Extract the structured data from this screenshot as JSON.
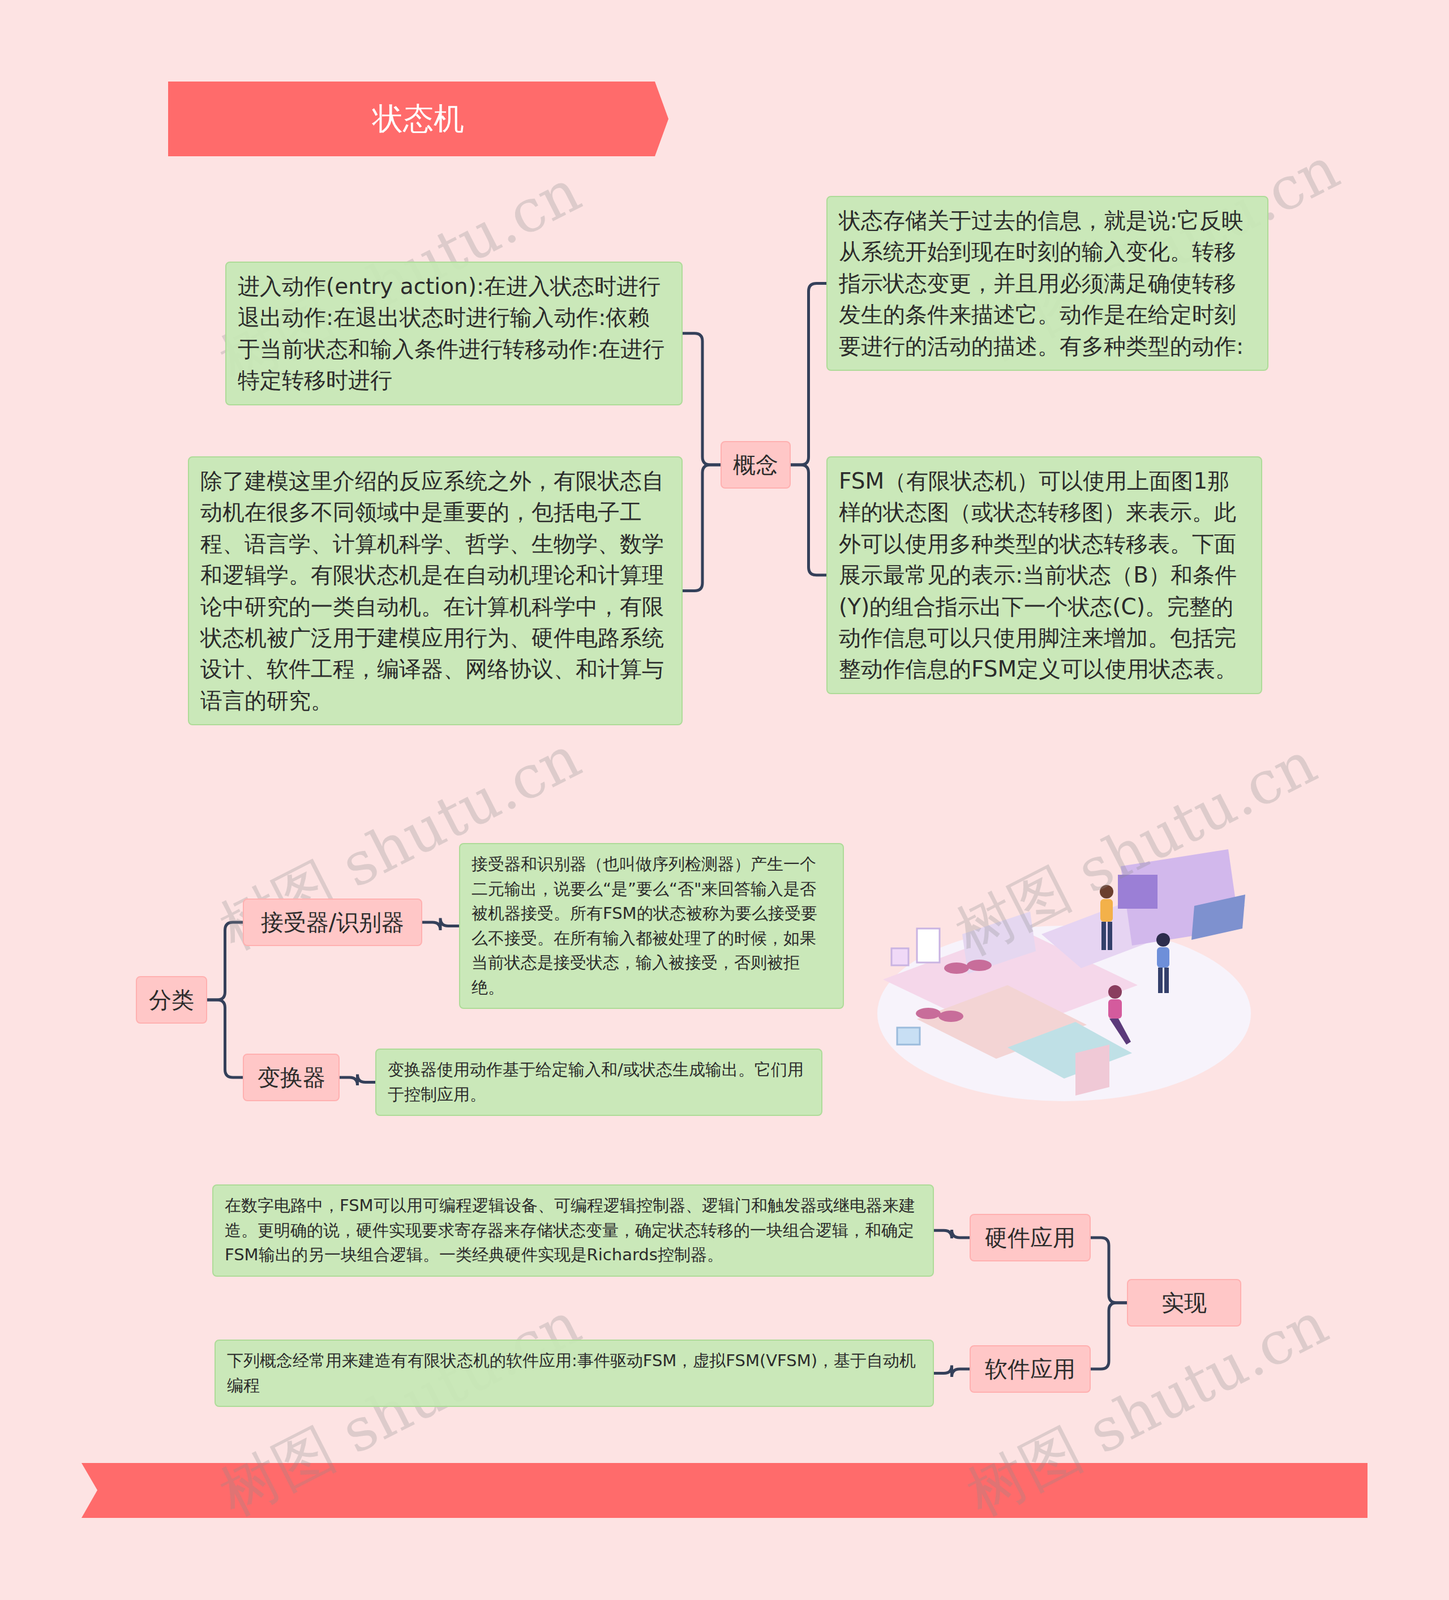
{
  "diagram": {
    "title": "状态机",
    "nodes": [
      {
        "text": [
          "状态机"
        ]
      },
      {
        "text": [
          "概念"
        ]
      },
      {
        "text": [
          "进入动作(entry action):在进入状态时进行退出动作:在退出状态时进行输入动作:依赖于当前状态和输入条件进行转移动作:在进行特定转移时进行"
        ]
      },
      {
        "text": [
          "除了建模这里介绍的反应系统之外，有限状态自动机在很多不同领域中是重要的，包括电子工程、语言学、计算机科学、哲学、生物学、数学和逻辑学。有限状态机是在自动机理论和计算理论中研究的一类自动机。在计算机科学中，有限状态机被广泛用于建模应用行为、硬件电路系统设计、软件工程，编译器、网络协议、和计算与语言的研究。"
        ]
      },
      {
        "text": [
          "状态存储关于过去的信息，就是说:它反映从系统开始到现在时刻的输入变化。转移指示状态变更，并且用必须满足确使转移发生的条件来描述它。动作是在给定时刻要进行的活动的描述。有多种类型的动作:"
        ]
      },
      {
        "text": [
          "FSM（有限状态机）可以使用上面图1那样的状态图（或状态转移图）来表示。此外可以使用多种类型的状态转移表。下面展示最常见的表示:当前状态（B）和条件(Y)的组合指示出下一个状态(C)。完整的动作信息可以只使用脚注来增加。包括完整动作信息的FSM定义可以使用状态表。"
        ]
      },
      {
        "text": [
          "分类"
        ]
      },
      {
        "text": [
          "接受器/识别器"
        ]
      },
      {
        "text": [
          "接受器和识别器（也叫做序列检测器）产生一个二元输出，说要么“是”要么“否\"来回答输入是否被机器接受。所有FSM的状态被称为要么接受要么不接受。在所有输入都被处理了的时候，如果当前状态是接受状态，输入被接受，否则被拒绝。"
        ]
      },
      {
        "text": [
          "变换器"
        ]
      },
      {
        "text": [
          "变换器使用动作基于给定输入和/或状态生成输出。它们用于控制应用。"
        ]
      },
      {
        "text": [
          "实现"
        ]
      },
      {
        "text": [
          "硬件应用"
        ]
      },
      {
        "text": [
          "在数字电路中，FSM可以用可编程逻辑设备、可编程逻辑控制器、逻辑门和触发器或继电器来建造。更明确的说，硬件实现要求寄存器来存储状态变量，确定状态转移的一块组合逻辑，和确定FSM输出的另一块组合逻辑。一类经典硬件实现是Richards控制器。"
        ]
      },
      {
        "text": [
          "软件应用"
        ]
      },
      {
        "text": [
          "下列概念经常用来建造有有限状态机的软件应用:事件驱动FSM，虚拟FSM(VFSM)，基于自动机编程"
        ]
      }
    ],
    "edges": [
      {
        "from": 1,
        "to": 2,
        "arrow": "none"
      },
      {
        "from": 1,
        "to": 3,
        "arrow": "none"
      },
      {
        "from": 1,
        "to": 4,
        "arrow": "none"
      },
      {
        "from": 1,
        "to": 5,
        "arrow": "none"
      },
      {
        "from": 6,
        "to": 7,
        "arrow": "none"
      },
      {
        "from": 6,
        "to": 9,
        "arrow": "none"
      },
      {
        "from": 7,
        "to": 8,
        "arrow": "none"
      },
      {
        "from": 9,
        "to": 10,
        "arrow": "none"
      },
      {
        "from": 11,
        "to": 12,
        "arrow": "none"
      },
      {
        "from": 11,
        "to": 14,
        "arrow": "none"
      },
      {
        "from": 12,
        "to": 13,
        "arrow": "none"
      },
      {
        "from": 14,
        "to": 15,
        "arrow": "none"
      }
    ],
    "labels": [
      "树图 shutu.cn",
      "树图 shutu.cn",
      "树图 shutu.cn",
      "树图 shutu.cn",
      "树图 shutu.cn",
      "树图 shutu.cn"
    ]
  }
}
